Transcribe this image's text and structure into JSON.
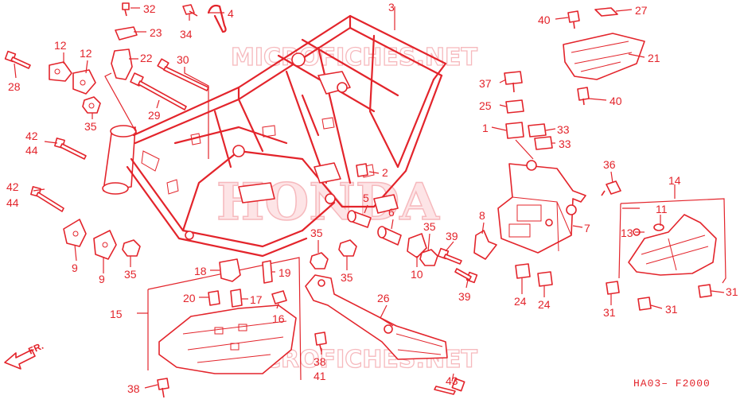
{
  "watermark": {
    "top": "MICROFICHES.NET",
    "bottom": "MICROFICHES.NET",
    "brand": "HONDA"
  },
  "diagram_code": "HA03– F2000",
  "direction": {
    "label": "FR."
  },
  "callouts": {
    "c1": "1",
    "c2": "2",
    "c3": "3",
    "c4": "4",
    "c5": "5",
    "c6": "6",
    "c7": "7",
    "c8": "8",
    "c9a": "9",
    "c9b": "9",
    "c10": "10",
    "c11": "11",
    "c12a": "12",
    "c12b": "12",
    "c13": "13",
    "c14": "14",
    "c15": "15",
    "c16": "16",
    "c17": "17",
    "c18": "18",
    "c19": "19",
    "c20": "20",
    "c21": "21",
    "c22": "22",
    "c23": "23",
    "c24a": "24",
    "c24b": "24",
    "c25": "25",
    "c26": "26",
    "c27": "27",
    "c28": "28",
    "c29": "29",
    "c30": "30",
    "c31a": "31",
    "c31b": "31",
    "c31c": "31",
    "c32": "32",
    "c33a": "33",
    "c33b": "33",
    "c34": "34",
    "c35a": "35",
    "c35b": "35",
    "c35c": "35",
    "c35d": "35",
    "c35e": "35",
    "c36": "36",
    "c37": "37",
    "c38a": "38",
    "c38b": "38",
    "c39a": "39",
    "c39b": "39",
    "c40a": "40",
    "c40b": "40",
    "c41": "41",
    "c42a": "42",
    "c42b": "42",
    "c43": "43",
    "c44a": "44",
    "c44b": "44"
  }
}
